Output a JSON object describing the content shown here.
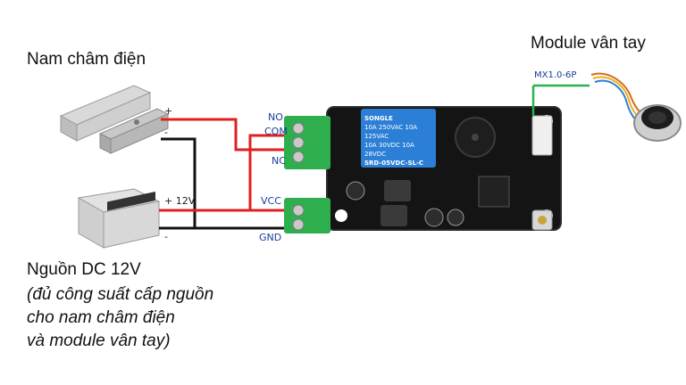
{
  "labels": {
    "magnet_title": "Nam châm điện",
    "module_title": "Module vân tay",
    "power_title": "Nguồn DC 12V",
    "power_note_1": "(đủ công suất cấp nguồn",
    "power_note_2": "cho nam châm điện",
    "power_note_3": "và module vân tay)",
    "connector": "MX1.0-6P"
  },
  "wires": {
    "magnet_plus": "+",
    "magnet_minus": "-",
    "psu_plus": "+ 12V",
    "psu_minus": "-"
  },
  "pins": {
    "no": "NO",
    "com": "COM",
    "nc": "NC",
    "vcc": "VCC",
    "gnd": "GND"
  },
  "relay": {
    "brand": "SONGLE",
    "line1": "10A 250VAC 10A 125VAC",
    "line2": "10A 30VDC 10A 28VDC",
    "model": "SRD-05VDC-SL-C"
  },
  "colors": {
    "wire_red": "#e02020",
    "wire_black": "#111111",
    "wire_green": "#2bb24c",
    "pcb": "#141414",
    "terminal": "#2fae4e",
    "relay_blue": "#2c7fd6"
  }
}
